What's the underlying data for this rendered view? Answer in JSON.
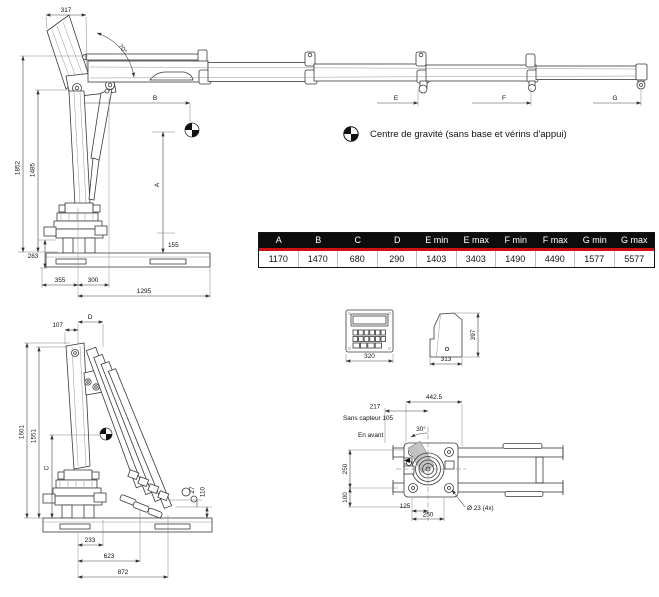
{
  "legend": {
    "text": "Centre de gravité (sans base et vérins d'appui)"
  },
  "table": {
    "headers": [
      "A",
      "B",
      "C",
      "D",
      "E min",
      "E max",
      "F min",
      "F max",
      "G min",
      "G max"
    ],
    "values": [
      "1170",
      "1470",
      "680",
      "290",
      "1403",
      "3403",
      "1490",
      "4490",
      "1577",
      "5577"
    ]
  },
  "views": {
    "side_extended": {
      "dims": {
        "w317": "317",
        "angle": "70°",
        "h1852": "1852",
        "h1485": "1485",
        "b": "B",
        "a": "A",
        "d155": "155",
        "d283": "283",
        "d355": "355",
        "d300": "300",
        "d1295": "1295",
        "e": "E",
        "f": "F",
        "g": "G"
      }
    },
    "folded": {
      "dims": {
        "d": "D",
        "d107": "107",
        "h1601": "1601",
        "h1551": "1551",
        "c": "C",
        "d27": "27",
        "d110": "110",
        "d233": "233",
        "d623": "623",
        "d872": "872"
      }
    },
    "control_front": {
      "dims": {
        "w320": "320"
      }
    },
    "control_side": {
      "dims": {
        "w313": "313",
        "h397": "397"
      }
    },
    "top_view": {
      "dims": {
        "w4425": "442.5",
        "d217": "217",
        "sans_capteur": "Sans capteur 105",
        "en_avant": "En avant",
        "angle30": "30°",
        "d250v": "250",
        "d100": "100",
        "d125": "125",
        "d250h": "250",
        "holes": "Ø 23  (4x)"
      }
    }
  },
  "colors": {
    "accent_red": "#d11116",
    "table_header_bg": "#0c0c0c",
    "line": "#3a3a3a"
  }
}
